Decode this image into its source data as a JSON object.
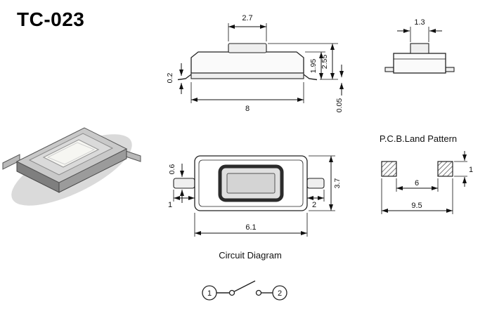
{
  "title": "TC-023",
  "colors": {
    "ink": "#111111",
    "background": "#ffffff"
  },
  "views": {
    "front": {
      "dim_knob_width": "2.7",
      "dim_lead_thickness": "0.2",
      "dim_body_height": "1.95",
      "dim_total_height": "2.55",
      "dim_body_width": "8",
      "dim_standoff": "0.05"
    },
    "side": {
      "dim_stem_width": "1.3"
    },
    "top": {
      "dim_lead_width": "0.6",
      "dim_lead_left": "1",
      "dim_lead_right": "2",
      "dim_length": "6.1",
      "dim_width": "3.7"
    },
    "pcb": {
      "label": "P.C.B.Land Pattern",
      "dim_inner": "6",
      "dim_outer": "9.5",
      "dim_pad": "1"
    },
    "circuit": {
      "label": "Circuit Diagram",
      "terminal_left": "1",
      "terminal_right": "2"
    }
  }
}
